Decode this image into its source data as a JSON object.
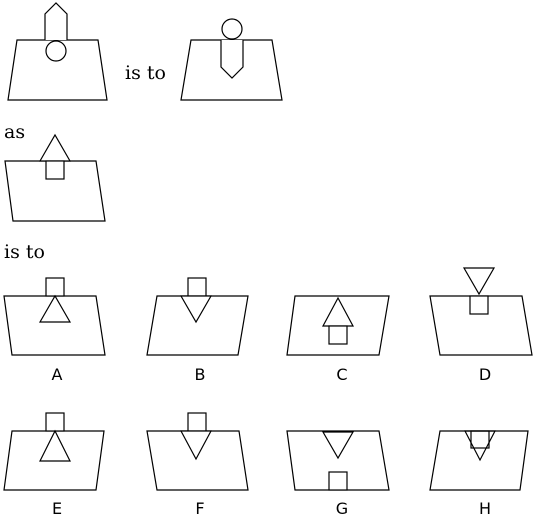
{
  "connectors": {
    "is_to_1": "is to",
    "as": "as",
    "is_to_2": "is to"
  },
  "options": [
    "A",
    "B",
    "C",
    "D",
    "E",
    "F",
    "G",
    "H"
  ]
}
